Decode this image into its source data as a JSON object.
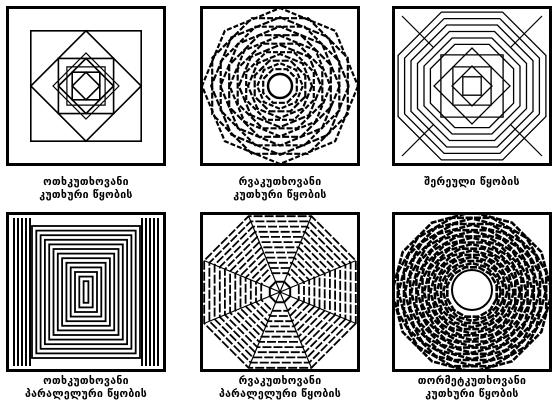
{
  "panels": [
    {
      "id": "p1",
      "caption": [
        "ოთხკუთხოვანი",
        "კუთხური წყობის"
      ]
    },
    {
      "id": "p2",
      "caption": [
        "რვაკუთხოვანი",
        "კუთხური წყობის"
      ]
    },
    {
      "id": "p3",
      "caption": [
        "შერეული წყობის"
      ]
    },
    {
      "id": "p4",
      "caption": [
        "ოთხკუთხოვანი",
        "პარალელური წყობის"
      ]
    },
    {
      "id": "p5",
      "caption": [
        "რვაკუთხოვანი",
        "პარალელური წყობის"
      ]
    },
    {
      "id": "p6",
      "caption": [
        "თორმეტკუთხოვანი",
        "კუთხური წყობის"
      ]
    }
  ]
}
